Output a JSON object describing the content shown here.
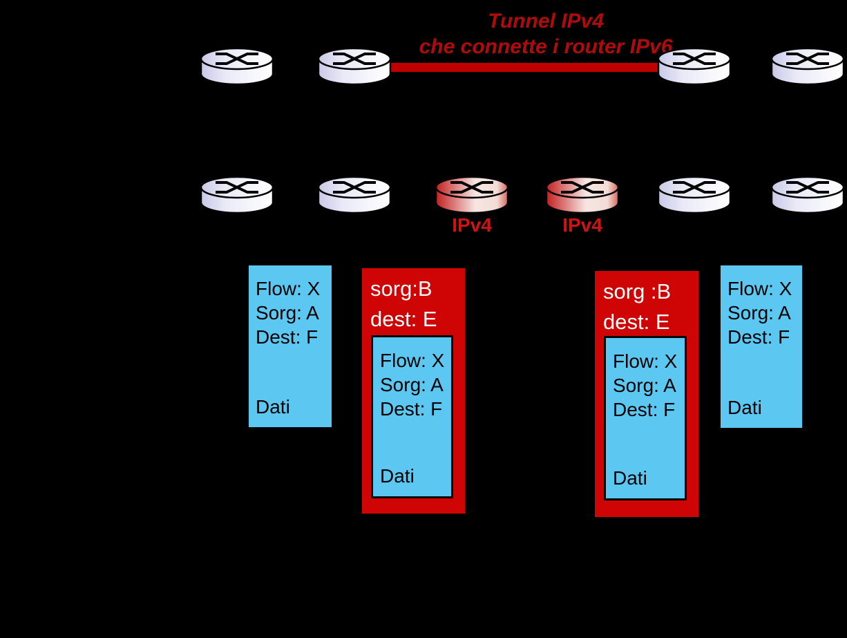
{
  "title": {
    "line1": "Tunnel IPv4",
    "line2": "che connette i router IPv6"
  },
  "routers": {
    "top_row": [
      {
        "name": "ipv6-router"
      },
      {
        "name": "ipv6-tunnel-endpoint-router"
      },
      {
        "name": "ipv6-tunnel-endpoint-router"
      },
      {
        "name": "ipv6-router"
      }
    ],
    "bottom_row": [
      {
        "name": "ipv6-router",
        "label": ""
      },
      {
        "name": "ipv6-router",
        "label": ""
      },
      {
        "name": "ipv4-router",
        "label": "IPv4"
      },
      {
        "name": "ipv4-router",
        "label": "IPv4"
      },
      {
        "name": "ipv6-router",
        "label": ""
      },
      {
        "name": "ipv6-router",
        "label": ""
      }
    ]
  },
  "packets": [
    {
      "type": "ipv6-packet",
      "fields": [
        "Flow: X",
        "Sorg: A",
        "Dest: F"
      ],
      "payload": "Dati"
    },
    {
      "type": "ipv4-encapsulated-packet",
      "outer_sorg": "sorg:B",
      "outer_dest": "dest: E",
      "fields": [
        "Flow: X",
        "Sorg: A",
        "Dest: F"
      ],
      "payload": "Dati"
    },
    {
      "type": "ipv4-encapsulated-packet",
      "outer_sorg": "sorg :B",
      "outer_dest": "dest: E",
      "fields": [
        "Flow: X",
        "Sorg: A",
        "Dest: F"
      ],
      "payload": "Dati"
    },
    {
      "type": "ipv6-packet",
      "fields": [
        "Flow: X",
        "Sorg: A",
        "Dest: F"
      ],
      "payload": "Dati"
    }
  ],
  "colors": {
    "background": "#000000",
    "title_red": "#b00b0b",
    "tunnel_red": "#c00000",
    "packet_red": "#cf0404",
    "packet_blue": "#5cc8f2",
    "ipv4_label_red": "#cf1212",
    "router_white": "#eaeaf8",
    "router_red": "#c42020"
  },
  "icons": {
    "router": "router-cylinder-icon"
  }
}
